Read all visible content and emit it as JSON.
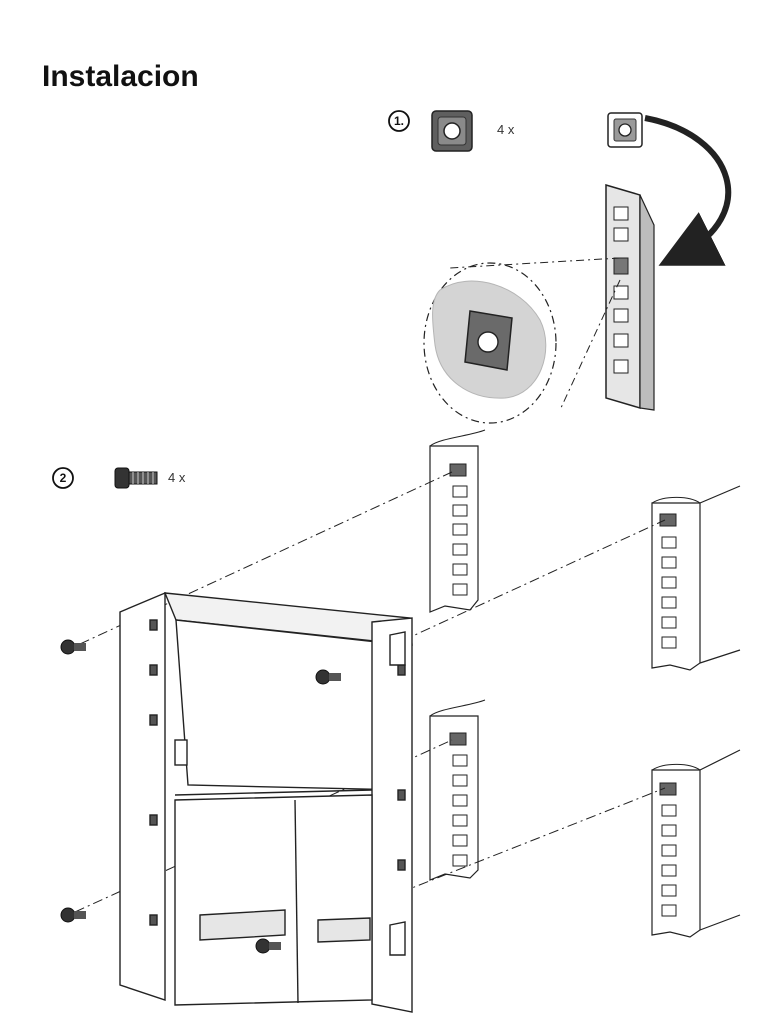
{
  "title": "Instalacion",
  "steps": [
    {
      "number": "1.",
      "quantity": "4 x",
      "part_icon": "cage-nut-icon"
    },
    {
      "number": "2",
      "quantity": "4 x",
      "part_icon": "screw-icon"
    }
  ],
  "colors": {
    "line": "#222222",
    "part_fill": "#6b6b6b",
    "rail_fill": "#d9d9d9",
    "blob_fill": "#cfcfcf"
  }
}
